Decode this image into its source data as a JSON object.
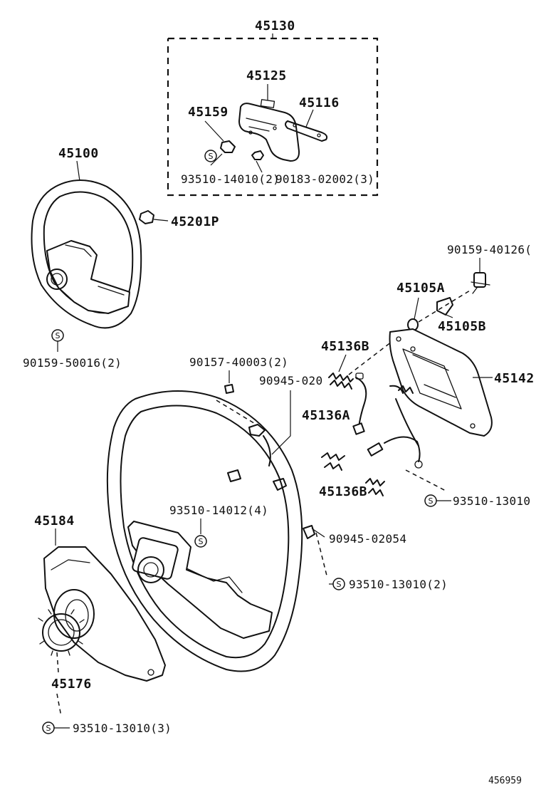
{
  "diagram": {
    "ref_number": "456959",
    "labels": {
      "l45130": "45130",
      "l45125": "45125",
      "l45116": "45116",
      "l45159": "45159",
      "l93510_14010": "93510-14010(2)",
      "l90183_02002": "90183-02002(3)",
      "l45100": "45100",
      "l45201P": "45201P",
      "l90159_50016": "90159-50016(2)",
      "l90159_40126": "90159-40126(",
      "l45105A": "45105A",
      "l45105B": "45105B",
      "l45136B_top": "45136B",
      "l45142": "45142",
      "l90157_40003": "90157-40003(2)",
      "l90945_020": "90945-020",
      "l45136A": "45136A",
      "l45136B_bot": "45136B",
      "l93510_13010_r": "93510-13010",
      "l93510_14012": "93510-14012(4)",
      "l90945_02054": "90945-02054",
      "l93510_13010_2": "93510-13010(2)",
      "l45184": "45184",
      "l45176": "45176",
      "l93510_13010_3": "93510-13010(3)"
    },
    "symbol_letter": "S"
  }
}
